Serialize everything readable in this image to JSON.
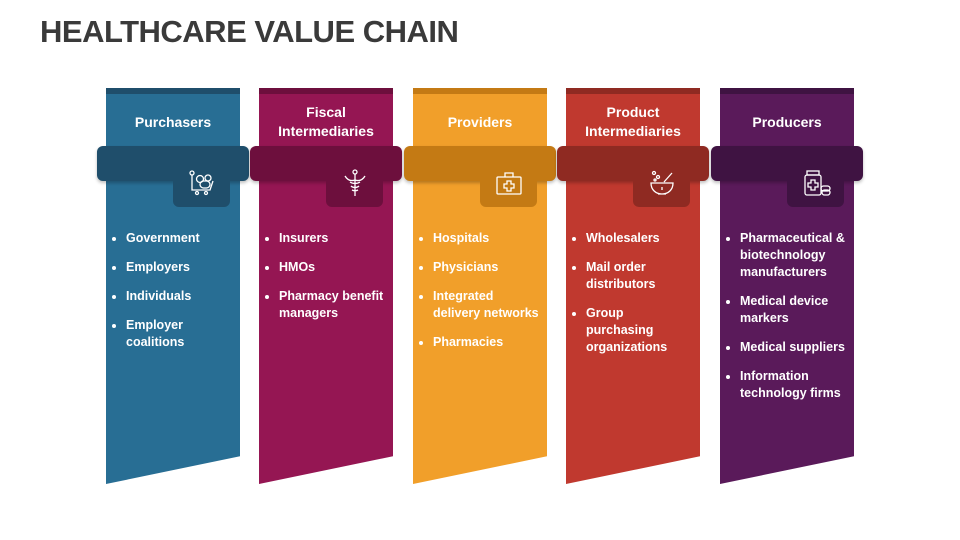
{
  "title": "HEALTHCARE VALUE CHAIN",
  "columns": [
    {
      "heading": "Purchasers",
      "icon": "medicine-cart-icon",
      "color": "#286E94",
      "dark": "#1F4E6B",
      "items": [
        "Government",
        "Employers",
        "Individuals",
        "Employer coalitions"
      ]
    },
    {
      "heading": "Fiscal Intermediaries",
      "icon": "caduceus-icon",
      "color": "#951653",
      "dark": "#6D0F3D",
      "items": [
        "Insurers",
        "HMOs",
        "Pharmacy benefit managers"
      ]
    },
    {
      "heading": "Providers",
      "icon": "first-aid-kit-icon",
      "color": "#F19F2A",
      "dark": "#C47A14",
      "items": [
        "Hospitals",
        "Physicians",
        "Integrated delivery networks",
        "Pharmacies"
      ]
    },
    {
      "heading": "Product Intermediaries",
      "icon": "mortar-pestle-icon",
      "color": "#C0392F",
      "dark": "#8F2A22",
      "items": [
        "Wholesalers",
        "Mail order distributors",
        "Group purchasing organizations"
      ]
    },
    {
      "heading": "Producers",
      "icon": "medicine-bottle-icon",
      "color": "#5A1A5A",
      "dark": "#3F1342",
      "items": [
        "Pharmaceutical & biotechnology manufacturers",
        "Medical device markers",
        "Medical suppliers",
        "Information technology firms"
      ]
    }
  ]
}
